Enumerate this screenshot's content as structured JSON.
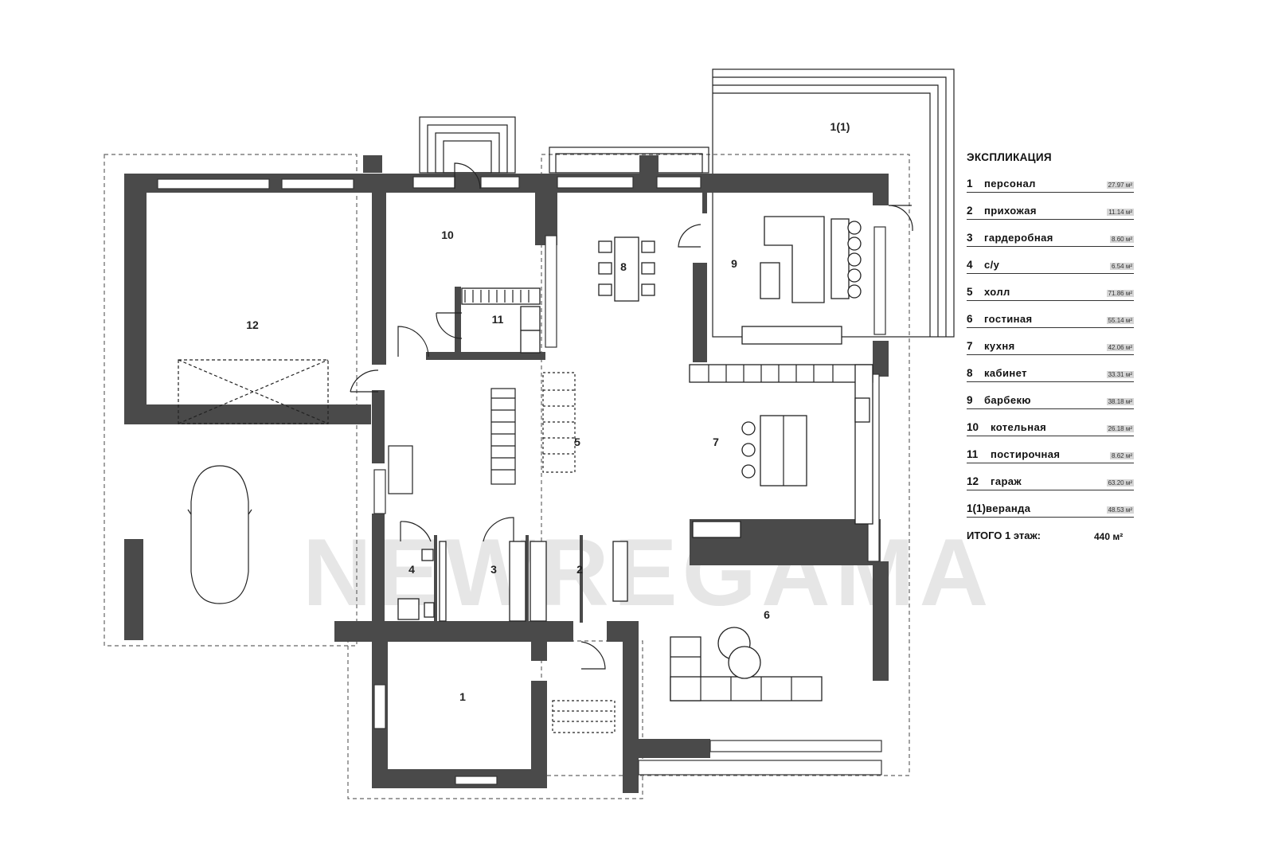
{
  "watermark": "NEWREGAMA",
  "rooms": [
    {
      "id": "1",
      "label": "1"
    },
    {
      "id": "2",
      "label": "2"
    },
    {
      "id": "3",
      "label": "3"
    },
    {
      "id": "4",
      "label": "4"
    },
    {
      "id": "5",
      "label": "5"
    },
    {
      "id": "6",
      "label": "6"
    },
    {
      "id": "7",
      "label": "7"
    },
    {
      "id": "8",
      "label": "8"
    },
    {
      "id": "9",
      "label": "9"
    },
    {
      "id": "10",
      "label": "10"
    },
    {
      "id": "11",
      "label": "11"
    },
    {
      "id": "12",
      "label": "12"
    },
    {
      "id": "1(1)",
      "label": "1(1)"
    }
  ],
  "legend": {
    "title": "ЭКСПЛИКАЦИЯ",
    "items": [
      {
        "num": "1",
        "name": "персонал",
        "area": "27.97 м²"
      },
      {
        "num": "2",
        "name": "прихожая",
        "area": "11.14 м²"
      },
      {
        "num": "3",
        "name": "гардеробная",
        "area": "8.60 м²"
      },
      {
        "num": "4",
        "name": "с/у",
        "area": "6.54 м²"
      },
      {
        "num": "5",
        "name": "холл",
        "area": "71.86 м²"
      },
      {
        "num": "6",
        "name": "гостиная",
        "area": "55.14 м²"
      },
      {
        "num": "7",
        "name": "кухня",
        "area": "42.06 м²"
      },
      {
        "num": "8",
        "name": "кабинет",
        "area": "33.31 м²"
      },
      {
        "num": "9",
        "name": "барбекю",
        "area": "38.18 м²"
      },
      {
        "num": "10",
        "name": "котельная",
        "area": "26.18 м²"
      },
      {
        "num": "11",
        "name": "постирочная",
        "area": "8.62 м²"
      },
      {
        "num": "12",
        "name": "гараж",
        "area": "63.20 м²"
      },
      {
        "num": "1(1)",
        "name": "веранда",
        "area": "48.53 м²"
      }
    ],
    "total_label": "ИТОГО 1 этаж:",
    "total_value": "440 м²"
  }
}
